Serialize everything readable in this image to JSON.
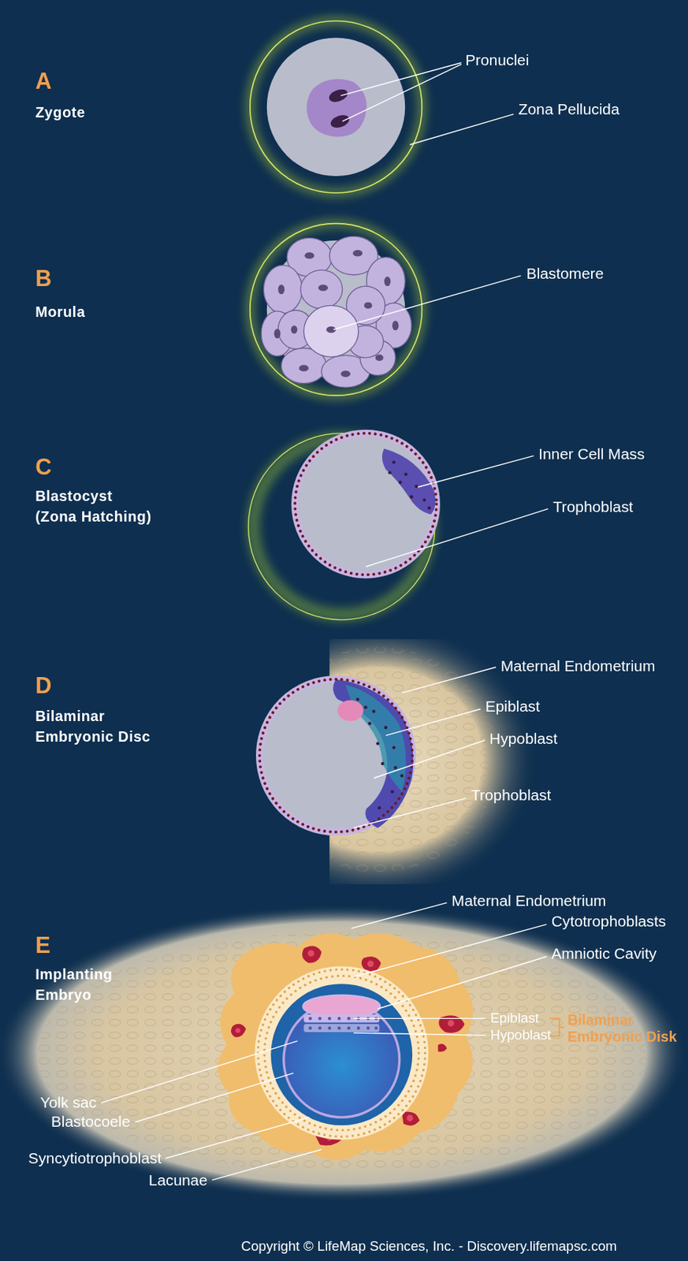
{
  "diagram": {
    "labels": [
      "A",
      "Zygote",
      "Pronuclei",
      "Zona Pellucida",
      "B",
      "Morula",
      "Blastomere",
      "C",
      "Blastocyst (Zona Hatching)",
      "Inner Cell Mass",
      "Trophoblast",
      "D",
      "Bilaminar Embryonic Disc",
      "Maternal Endometrium",
      "Epiblast",
      "Hypoblast",
      "Trophoblast",
      "E",
      "Implanting Embryo",
      "Maternal Endometrium",
      "Cytotrophoblasts",
      "Amniotic Cavity",
      "Epiblast",
      "Hypoblast",
      "Bilaminar Embryonic Disk",
      "Yolk sac",
      "Blastocoele",
      "Syncytiotrophoblast",
      "Lacunae",
      "Copyright © LifeMap Sciences, Inc. - Discovery.lifemapsc.com"
    ]
  }
}
